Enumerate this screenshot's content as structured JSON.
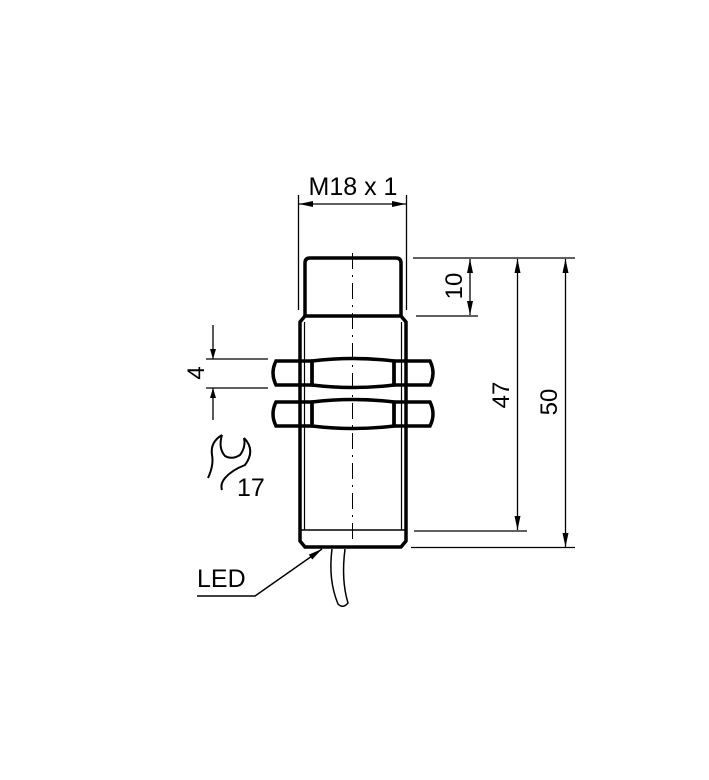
{
  "drawing": {
    "thread_label": "M18 x 1",
    "dim_face": "10",
    "dim_thread_length": "47",
    "dim_total_length": "50",
    "dim_nut_thickness": "4",
    "wrench_size": "17",
    "led_label": "LED",
    "wrench_icon": "wrench-icon",
    "line_color": "#000000",
    "background_color": "#ffffff"
  }
}
